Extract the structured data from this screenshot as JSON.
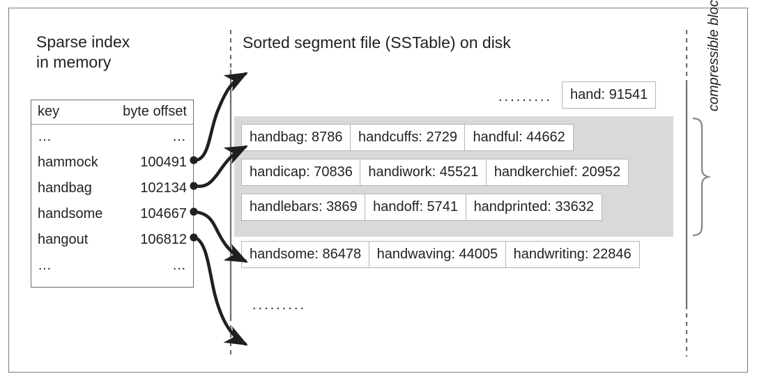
{
  "figure": {
    "left_heading": "Sparse index\nin memory",
    "right_heading": "Sorted segment file (SSTable) on disk",
    "block_label": "compressible block",
    "ellipsis_top": ".........",
    "ellipsis_bottom": ".........",
    "colors": {
      "frame": "#7a7a7a",
      "text": "#231f20",
      "block_fill": "#d9d9d9",
      "cell_border": "#b4b4b4",
      "cell_fill": "#ffffff",
      "arrow": "#231f20",
      "guide_line": "#6d6d6d"
    }
  },
  "index_table": {
    "headers": {
      "key": "key",
      "offset": "byte offset"
    },
    "rows": [
      {
        "key": "…",
        "offset": "…"
      },
      {
        "key": "hammock",
        "offset": "100491"
      },
      {
        "key": "handbag",
        "offset": "102134"
      },
      {
        "key": "handsome",
        "offset": "104667"
      },
      {
        "key": "hangout",
        "offset": "106812"
      },
      {
        "key": "…",
        "offset": "…"
      }
    ]
  },
  "segment": {
    "standalone_row": [
      {
        "key": "hand",
        "value": "91541",
        "text": "hand: 91541"
      }
    ],
    "compressible_rows": [
      [
        {
          "key": "handbag",
          "value": "8786",
          "text": "handbag: 8786"
        },
        {
          "key": "handcuffs",
          "value": "2729",
          "text": "handcuffs: 2729"
        },
        {
          "key": "handful",
          "value": "44662",
          "text": "handful: 44662"
        }
      ],
      [
        {
          "key": "handicap",
          "value": "70836",
          "text": "handicap: 70836"
        },
        {
          "key": "handiwork",
          "value": "45521",
          "text": "handiwork: 45521"
        },
        {
          "key": "handkerchief",
          "value": "20952",
          "text": "handkerchief: 20952"
        }
      ],
      [
        {
          "key": "handlebars",
          "value": "3869",
          "text": "handlebars: 3869"
        },
        {
          "key": "handoff",
          "value": "5741",
          "text": "handoff: 5741"
        },
        {
          "key": "handprinted",
          "value": "33632",
          "text": "handprinted: 33632"
        }
      ]
    ],
    "plain_row": [
      {
        "key": "handsome",
        "value": "86478",
        "text": "handsome: 86478"
      },
      {
        "key": "handwaving",
        "value": "44005",
        "text": "handwaving: 44005"
      },
      {
        "key": "handwriting",
        "value": "22846",
        "text": "handwriting: 22846"
      }
    ]
  }
}
